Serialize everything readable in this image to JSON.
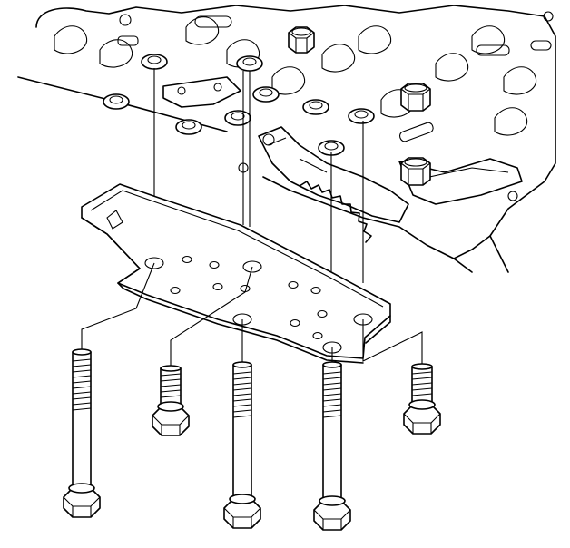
{
  "figure": {
    "kind": "exploded assembly illustration",
    "line_color": "#000000",
    "background_color": "#ffffff",
    "labels": []
  },
  "parts": {
    "plate": "cover-plate",
    "long_bolts": 3,
    "short_bolts": 2
  }
}
